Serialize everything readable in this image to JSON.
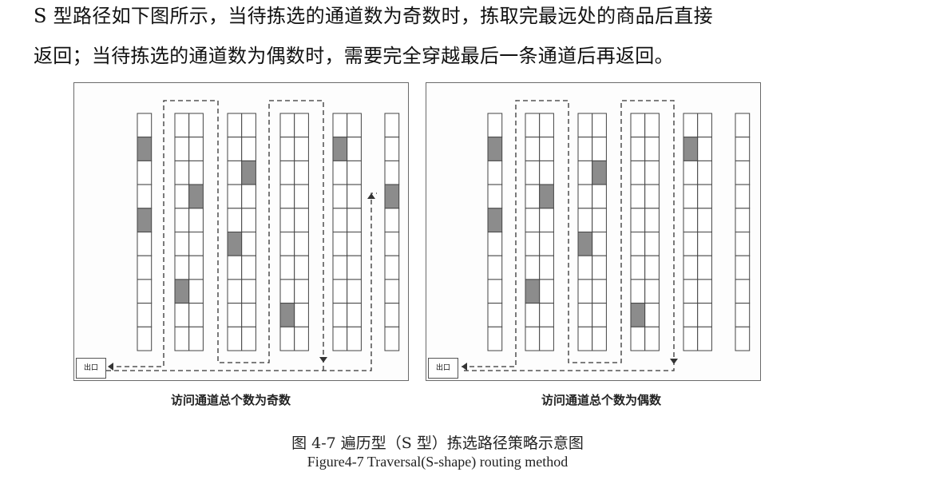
{
  "paragraph": {
    "line1": "S 型路径如下图所示，当待拣选的通道数为奇数时，拣取完最远处的商品后直接",
    "line2": "返回；当待拣选的通道数为偶数时，需要完全穿越最后一条通道后再返回。"
  },
  "figure": {
    "panel_left": {
      "exit_label": "出口",
      "caption": "访问通道总个数为奇数"
    },
    "panel_right": {
      "exit_label": "出口",
      "caption": "访问通道总个数为偶数"
    },
    "caption_zh": "图 4-7  遍历型（S 型）拣选路径策略示意图",
    "caption_en": "Figure4-7 Traversal(S-shape) routing method"
  },
  "colors": {
    "shelf_line": "#444444",
    "pick_fill": "#8c8c8c",
    "route_line": "#333333",
    "panel_border": "#6a6a6a"
  }
}
